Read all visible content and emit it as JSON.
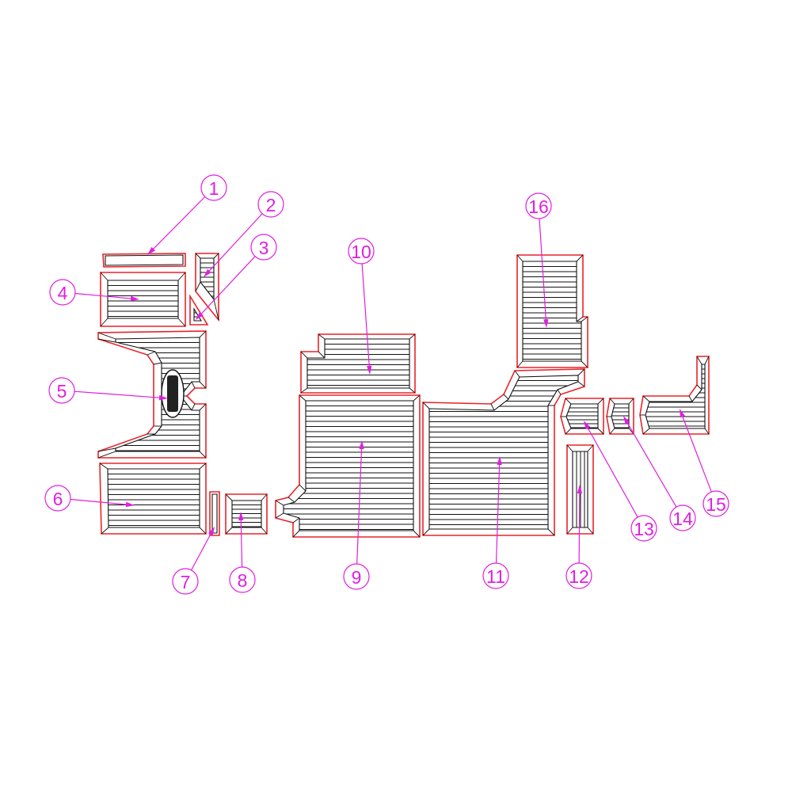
{
  "diagram": {
    "colors": {
      "panel_outline": "#e8242a",
      "groove_lines": "#111111",
      "callout": "#e11ee0",
      "background": "#ffffff"
    },
    "callouts": [
      "1",
      "2",
      "3",
      "4",
      "5",
      "6",
      "7",
      "8",
      "9",
      "10",
      "11",
      "12",
      "13",
      "14",
      "15",
      "16"
    ]
  }
}
